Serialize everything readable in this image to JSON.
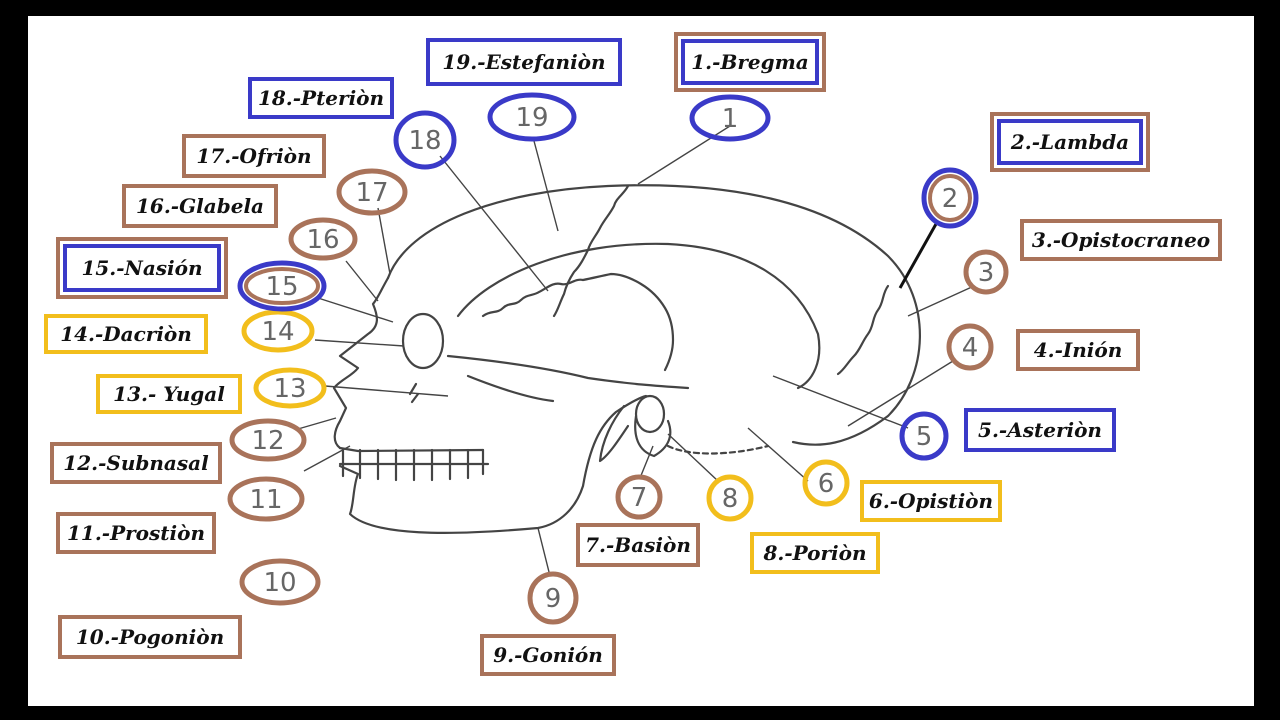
{
  "colors": {
    "brown": "#a9735a",
    "blue": "#3a3ac8",
    "yellow": "#f2be1c"
  },
  "labels": [
    {
      "id": "1",
      "text": "1.-Bregma",
      "color": "blue-in-brown"
    },
    {
      "id": "2",
      "text": "2.-Lambda",
      "color": "blue-in-brown"
    },
    {
      "id": "3",
      "text": "3.-Opistocraneo",
      "color": "brown"
    },
    {
      "id": "4",
      "text": "4.-Inión",
      "color": "brown"
    },
    {
      "id": "5",
      "text": "5.-Asteriòn",
      "color": "blue"
    },
    {
      "id": "6",
      "text": "6.-Opistiòn",
      "color": "yellow"
    },
    {
      "id": "7",
      "text": "7.-Basiòn",
      "color": "brown"
    },
    {
      "id": "8",
      "text": "8.-Poriòn",
      "color": "yellow"
    },
    {
      "id": "9",
      "text": "9.-Gonión",
      "color": "brown"
    },
    {
      "id": "10",
      "text": "10.-Pogoniòn",
      "color": "brown"
    },
    {
      "id": "11",
      "text": "11.-Prostiòn",
      "color": "brown"
    },
    {
      "id": "12",
      "text": "12.-Subnasal",
      "color": "brown"
    },
    {
      "id": "13",
      "text": "13.- Yugal",
      "color": "yellow"
    },
    {
      "id": "14",
      "text": "14.-Dacriòn",
      "color": "yellow"
    },
    {
      "id": "15",
      "text": "15.-Nasión",
      "color": "blue-in-brown"
    },
    {
      "id": "16",
      "text": "16.-Glabela",
      "color": "brown"
    },
    {
      "id": "17",
      "text": "17.-Ofriòn",
      "color": "brown"
    },
    {
      "id": "18",
      "text": "18.-Pteriòn",
      "color": "blue"
    },
    {
      "id": "19",
      "text": "19.-Estefaniòn",
      "color": "blue"
    }
  ],
  "markers": [
    {
      "id": "1",
      "number": "1",
      "color": "blue"
    },
    {
      "id": "2",
      "number": "2",
      "color": "blue-in-brown"
    },
    {
      "id": "3",
      "number": "3",
      "color": "brown"
    },
    {
      "id": "4",
      "number": "4",
      "color": "brown"
    },
    {
      "id": "5",
      "number": "5",
      "color": "blue"
    },
    {
      "id": "6",
      "number": "6",
      "color": "yellow"
    },
    {
      "id": "7",
      "number": "7",
      "color": "brown"
    },
    {
      "id": "8",
      "number": "8",
      "color": "yellow"
    },
    {
      "id": "9",
      "number": "9",
      "color": "brown"
    },
    {
      "id": "10",
      "number": "10",
      "color": "brown"
    },
    {
      "id": "11",
      "number": "11",
      "color": "brown"
    },
    {
      "id": "12",
      "number": "12",
      "color": "brown"
    },
    {
      "id": "13",
      "number": "13",
      "color": "yellow"
    },
    {
      "id": "14",
      "number": "14",
      "color": "yellow"
    },
    {
      "id": "15",
      "number": "15",
      "color": "blue-in-brown"
    },
    {
      "id": "16",
      "number": "16",
      "color": "brown"
    },
    {
      "id": "17",
      "number": "17",
      "color": "brown"
    },
    {
      "id": "18",
      "number": "18",
      "color": "blue"
    },
    {
      "id": "19",
      "number": "19",
      "color": "blue"
    }
  ]
}
